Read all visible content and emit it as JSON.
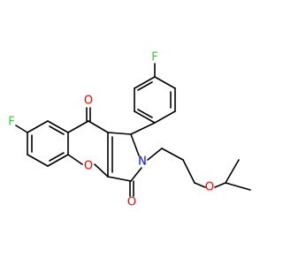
{
  "colors": {
    "bond": "#000000",
    "fluorine": "#33cc33",
    "oxygen": "#ff0000",
    "nitrogen": "#0000ff",
    "background": "#ffffff"
  },
  "atoms": {
    "f_top": "F",
    "f_left": "F",
    "o_ketone": "O",
    "o_ring": "O",
    "o_imide": "O",
    "n_ring": "N",
    "o_ether": "O"
  }
}
